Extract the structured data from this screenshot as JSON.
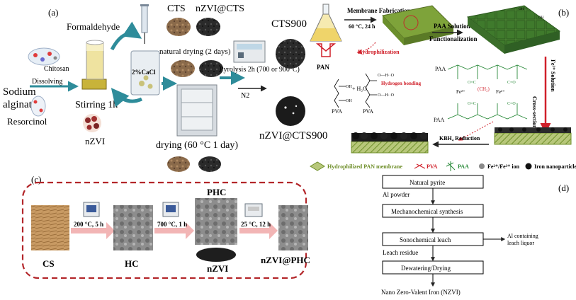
{
  "panels": {
    "a": {
      "label": "(a)",
      "formaldehyde": "Formaldehyde",
      "chitosan": "Chitosan",
      "dissolving": "Dissolving",
      "sodium_line1": "Sodium",
      "sodium_line2": "alginat",
      "resorcinol": "Resorcinol",
      "stirring": "Stirring 1h",
      "nzvi": "nZVI",
      "cacl2": "2%CaCl",
      "cts": "CTS",
      "nzvi_cts": "nZVI@CTS",
      "natural_drying": "natural drying (2 days)",
      "drying": "drying (60 °C 1 day)",
      "pyrolysis": "Pyrolysis 2h (700 or 900°C)",
      "n2": "N2",
      "cts900": "CTS900",
      "nzvi_cts900": "nZVI@CTS900"
    },
    "b": {
      "label": "(b)",
      "membrane_fabrication": "Membrane Fabrication",
      "temp_time": "60 °C, 24 h",
      "pan": "PAN",
      "pva": "PVA",
      "hydrophilization": "Hydrophilization",
      "hydrogen_bonding": "Hydrogen bonding",
      "h2o": "+ H₂O",
      "paa_solution": "PAA Solution",
      "functionalization": "Functionalization",
      "fe_solution": "Fe²⁺ Solution",
      "cross_section": "Cross-section",
      "kbh4": "KBH₄ Reduction",
      "paa_top": "PAA",
      "paa_bottom": "PAA",
      "fe_ion": "Fe²⁺",
      "ch2": "(CH₂)",
      "legend_membrane": "Hydrophilized PAN membrane",
      "legend_pva": "PVA",
      "legend_paa": "PAA",
      "legend_fe": "Fe²⁺/Fe³⁺ ion",
      "legend_iron": "Iron nanoparticles"
    },
    "c": {
      "label": "(c)",
      "cs": "CS",
      "hc": "HC",
      "phc": "PHC",
      "nzvi": "nZVI",
      "nzvi_phc": "nZVI@PHC",
      "step1": "200 °C, 5 h",
      "step2": "700 °C, 1 h",
      "step3": "25 °C, 12 h"
    },
    "d": {
      "label": "(d)",
      "natural_pyrite": "Natural pyrite",
      "al_powder": "Al powder",
      "mechanochemical": "Mechanochemical synthesis",
      "sonochemical": "Sonochemical leach",
      "al_containing_1": "Al containing",
      "al_containing_2": "leach liquor",
      "leach_residue": "Leach residue",
      "dewatering": "Dewatering/Drying",
      "nzvi_full": "Nano Zero-Valent Iron (NZVI)"
    }
  },
  "colors": {
    "arrow_teal": "#2e8c9a",
    "dashed_border": "#b3262a",
    "membrane_green": "#6f8f2a",
    "red_text": "#d0202a",
    "fe_red": "#c4262f"
  }
}
